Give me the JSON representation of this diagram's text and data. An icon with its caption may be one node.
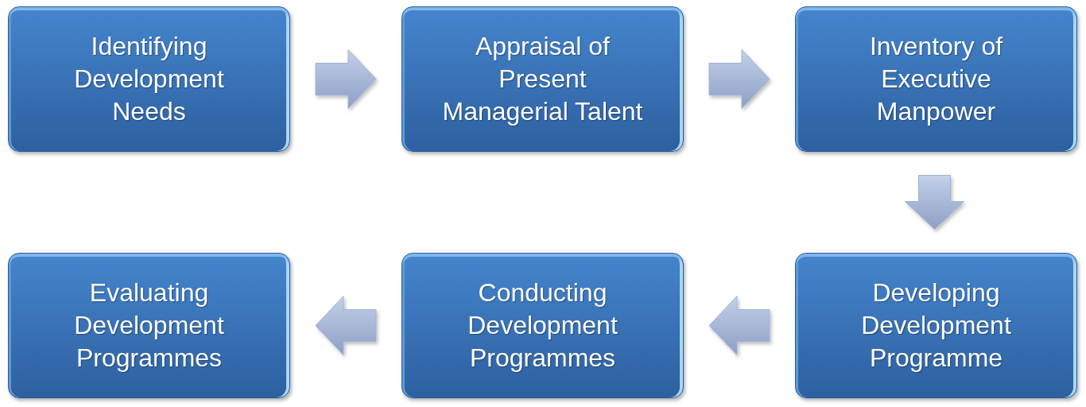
{
  "diagram": {
    "nodes": [
      {
        "text": [
          "Identifying Development Needs"
        ]
      },
      {
        "text": [
          "Appraisal of Present Managerial Talent"
        ]
      },
      {
        "text": [
          "Inventory of Executive Manpower"
        ]
      },
      {
        "text": [
          "Developing Development Programme"
        ]
      },
      {
        "text": [
          "Conducting Development Programmes"
        ]
      },
      {
        "text": [
          "Evaluating Development Programmes"
        ]
      }
    ],
    "edges": [
      {
        "from": 0,
        "to": 1,
        "arrow": "to"
      },
      {
        "from": 1,
        "to": 2,
        "arrow": "to"
      },
      {
        "from": 2,
        "to": 3,
        "arrow": "to"
      },
      {
        "from": 3,
        "to": 4,
        "arrow": "to"
      },
      {
        "from": 4,
        "to": 5,
        "arrow": "to"
      }
    ]
  }
}
